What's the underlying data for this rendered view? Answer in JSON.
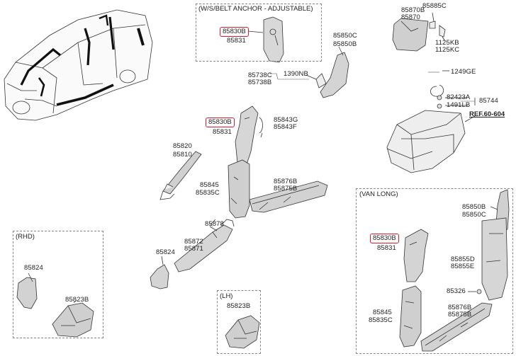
{
  "header": {
    "ws_belt_box_title": "(W/S/BELT ANCHOR - ADJUSTABLE)",
    "van_long_box_title": "(VAN LONG)",
    "rhd_box_title": "(RHD)",
    "lh_box_title": "(LH)"
  },
  "highlight": {
    "color": "#e0192b"
  },
  "parts": {
    "p85830B_top": "85830B",
    "p85831_top": "85831",
    "p85885C": "85885C",
    "p85870B": "85870B",
    "p85870": "85870",
    "p1125KB": "1125KB",
    "p1125KC": "1125KC",
    "p85850C_top": "85850C",
    "p85850B_top": "85850B",
    "p85738C": "85738C",
    "p85738B": "85738B",
    "p1390NB": "1390NB",
    "p1249GE": "1249GE",
    "p82423A": "82423A",
    "p1491LB": "1491LB",
    "p85744": "85744",
    "ref": "REF.60-604",
    "p85830B_mid": "85830B",
    "p85831_mid": "85831",
    "p85843G": "85843G",
    "p85843F": "85843F",
    "p85820": "85820",
    "p85810": "85810",
    "p85845_mid": "85845",
    "p85835C_mid": "85835C",
    "p85876B_mid": "85876B",
    "p85875B_mid": "85875B",
    "p85878": "85878",
    "p85872": "85872",
    "p85871": "85871",
    "p85824_mid": "85824",
    "p85824_rhd": "85824",
    "p85823B_rhd": "85823B",
    "p85823B_lh": "85823B",
    "p85850B_van": "85850B",
    "p85850C_van": "85850C",
    "p85830B_van": "85830B",
    "p85831_van": "85831",
    "p85855D": "85855D",
    "p85855E": "85855E",
    "p85326": "85326",
    "p85845_van": "85845",
    "p85835C_van": "85835C",
    "p85876B_van": "85876B",
    "p85875B_van": "85875B"
  },
  "icons": [
    "van-illustration",
    "pillar-trim-part",
    "scuff-plate-part",
    "bracket-part",
    "bolt-part",
    "seat-frame-part"
  ]
}
